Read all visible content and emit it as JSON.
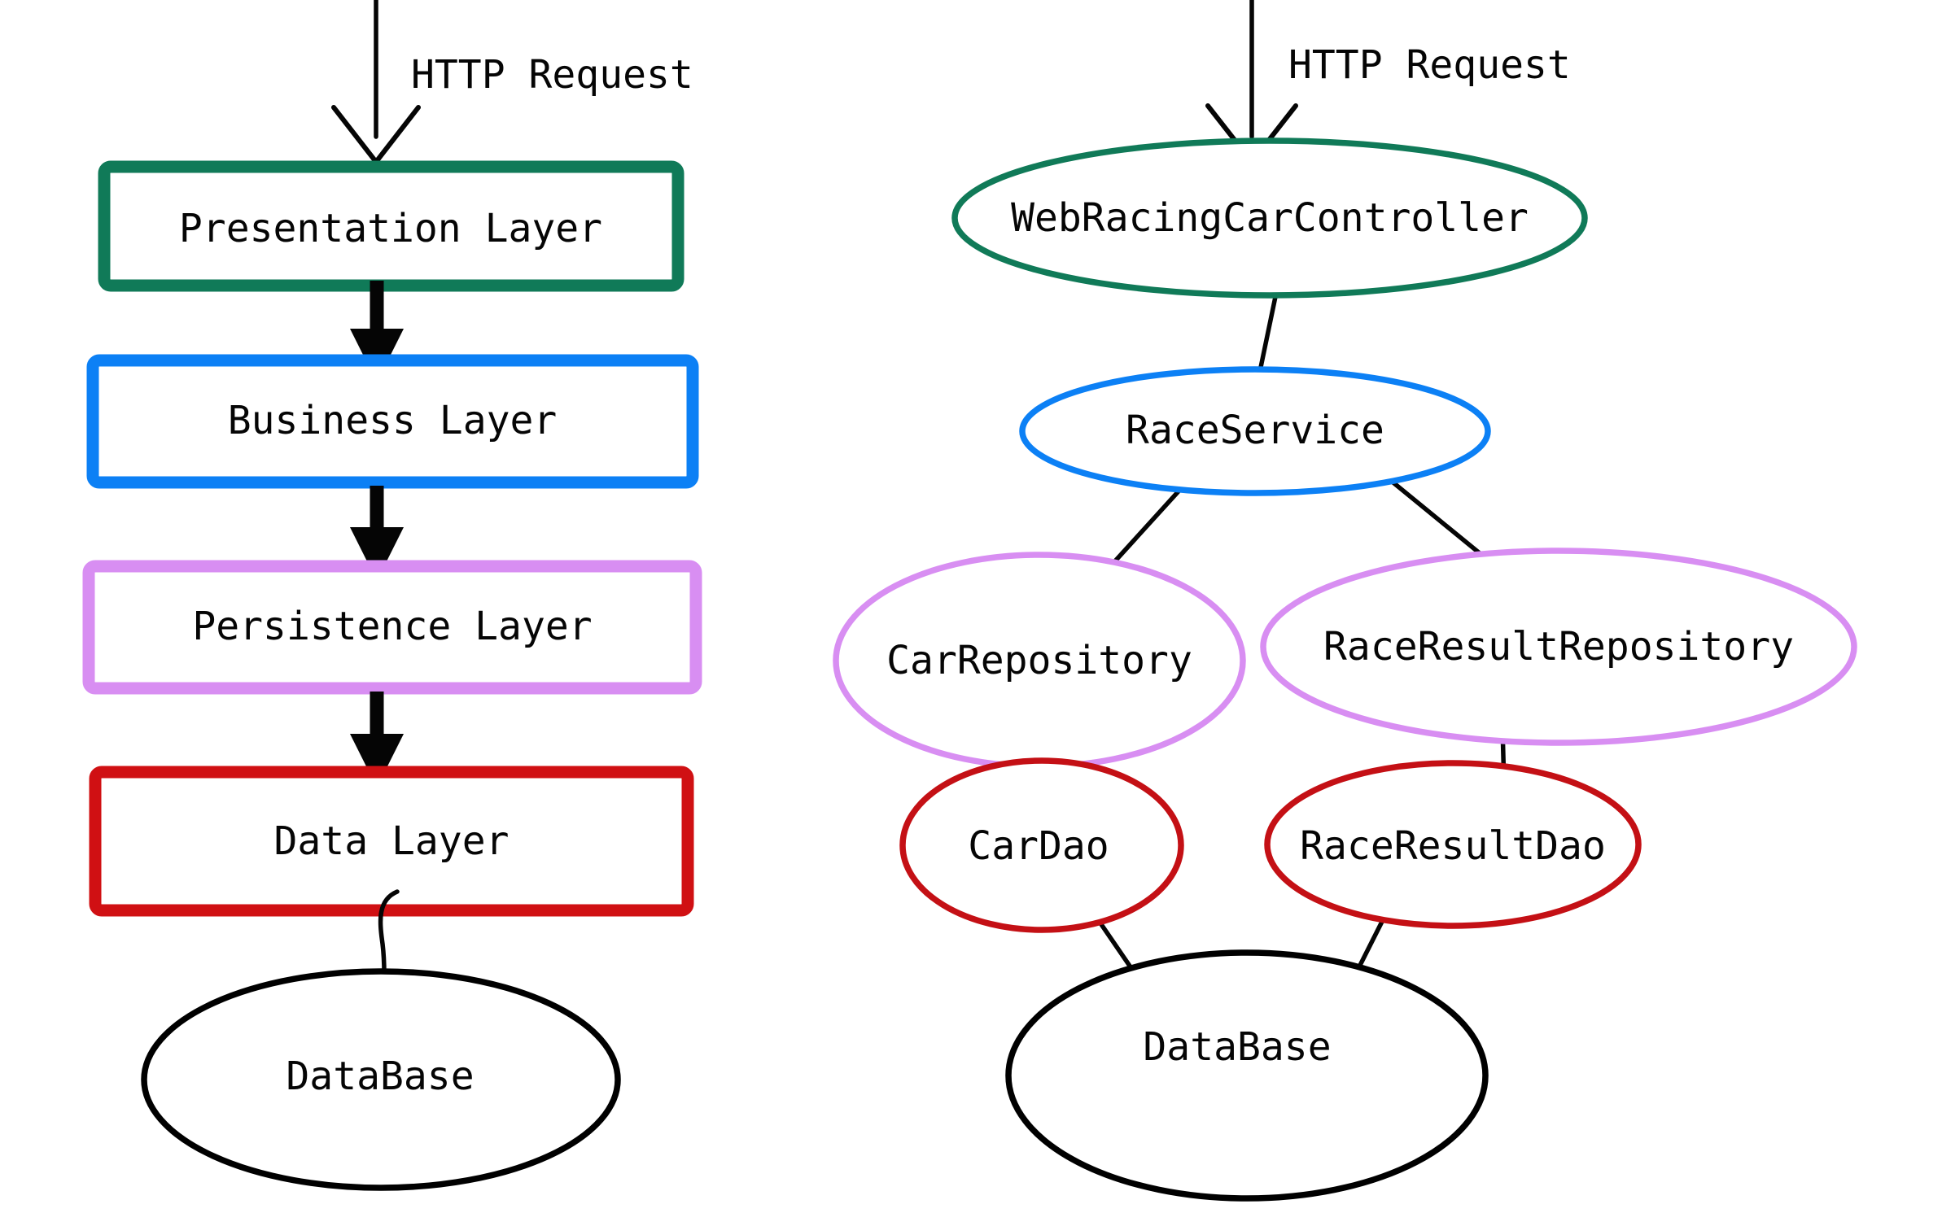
{
  "left_diagram": {
    "http_request_label": "HTTP Request",
    "layers": [
      {
        "label": "Presentation Layer",
        "color": "#107a58"
      },
      {
        "label": "Business Layer",
        "color": "#0c80f5"
      },
      {
        "label": "Persistence Layer",
        "color": "#d88ef2"
      },
      {
        "label": "Data Layer",
        "color": "#d01013"
      }
    ],
    "database": {
      "label": "DataBase",
      "color": "#000000"
    }
  },
  "right_diagram": {
    "http_request_label": "HTTP Request",
    "nodes": {
      "controller": {
        "label": "WebRacingCarController",
        "color": "#107a58"
      },
      "service": {
        "label": "RaceService",
        "color": "#0c80f5"
      },
      "car_repository": {
        "label": "CarRepository",
        "color": "#d88ef2"
      },
      "race_result_repository": {
        "label": "RaceResultRepository",
        "color": "#d88ef2"
      },
      "car_dao": {
        "label": "CarDao",
        "color": "#c41015"
      },
      "race_result_dao": {
        "label": "RaceResultDao",
        "color": "#c41015"
      },
      "database": {
        "label": "DataBase",
        "color": "#000000"
      }
    }
  }
}
